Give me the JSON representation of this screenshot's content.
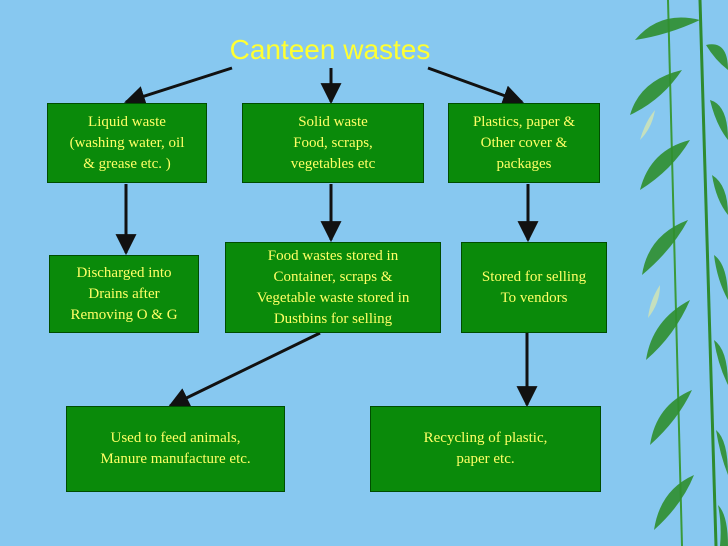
{
  "title": "Canteen wastes",
  "colors": {
    "background": "#87c8f0",
    "box_fill": "#0a8a0a",
    "box_text": "#ffff66",
    "title_text": "#ffff33",
    "arrow": "#111111"
  },
  "nodes": {
    "liquid_waste": "Liquid waste\n(washing water, oil\n& grease etc. )",
    "solid_waste": "Solid waste\nFood, scraps,\nvegetables etc",
    "plastics": "Plastics, paper &\nOther cover &\npackages",
    "discharged": "Discharged into\nDrains after\nRemoving O & G",
    "food_stored": "Food wastes stored in\nContainer, scraps &\nVegetable waste stored in\nDustbins for selling",
    "stored_selling": "Stored for selling\nTo vendors",
    "feed_animals": "Used to feed animals,\nManure manufacture etc.",
    "recycling": "Recycling of plastic,\npaper etc."
  },
  "edges": [
    [
      "title",
      "liquid_waste"
    ],
    [
      "title",
      "plastics"
    ],
    [
      "title",
      "solid_waste"
    ],
    [
      "liquid_waste",
      "discharged"
    ],
    [
      "solid_waste",
      "food_stored"
    ],
    [
      "plastics",
      "stored_selling"
    ],
    [
      "food_stored",
      "feed_animals"
    ],
    [
      "stored_selling",
      "recycling"
    ]
  ],
  "decoration": {
    "right_edge": "bamboo-leaves"
  }
}
